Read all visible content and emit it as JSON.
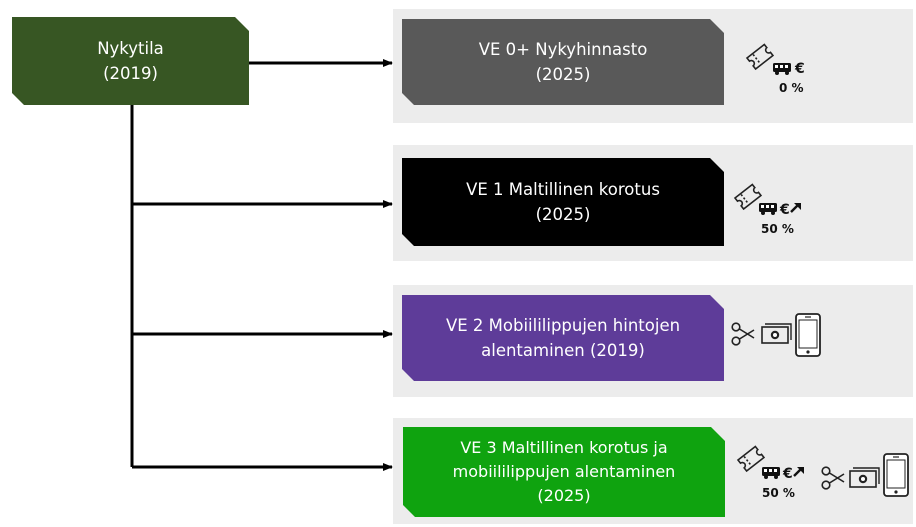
{
  "root": {
    "line1": "Nykytila",
    "line2": "(2019)",
    "color": "#375623"
  },
  "scenarios": [
    {
      "line1": "VE 0+ Nykyhinnasto",
      "line2": "(2025)",
      "line3": "",
      "color": "#595959",
      "percent": "0 %"
    },
    {
      "line1": "VE 1 Maltillinen korotus",
      "line2": "(2025)",
      "line3": "",
      "color": "#000000",
      "percent": "50 %"
    },
    {
      "line1": "VE 2 Mobiililippujen hintojen",
      "line2": "alentaminen (2019)",
      "line3": "",
      "color": "#5e3c99"
    },
    {
      "line1": "VE 3 Maltillinen korotus ja",
      "line2": "mobiililippujen alentaminen",
      "line3": "(2025)",
      "color": "#0fa30f",
      "percent": "50 %"
    }
  ],
  "icons": {
    "ticket": "ticket-icon",
    "bus": "bus-icon",
    "euro": "euro-icon",
    "increase_arrow": "up-arrow-icon",
    "scissors": "scissors-icon",
    "banknote": "banknote-icon",
    "phone": "mobile-phone-icon"
  },
  "colors": {
    "panel_bg": "#ececec",
    "connector": "#000000",
    "text": "#ffffff"
  }
}
